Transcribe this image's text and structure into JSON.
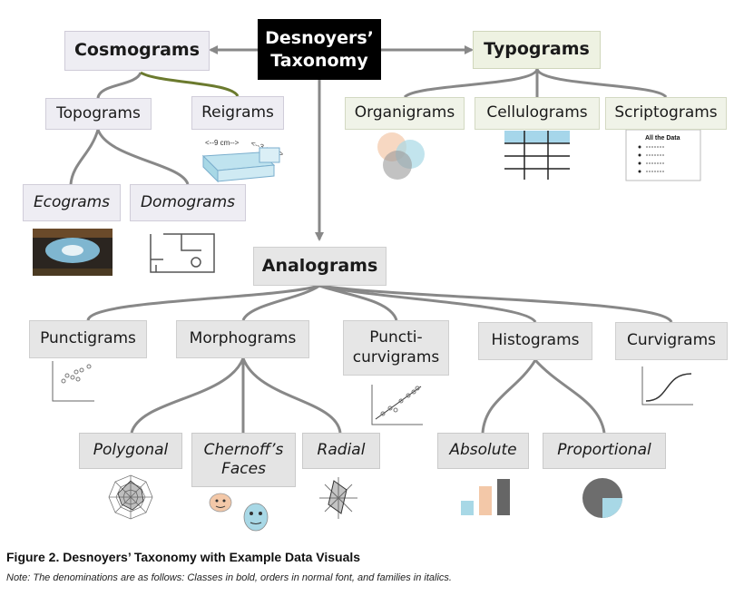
{
  "nodes": {
    "root": "Desnoyers’\nTaxonomy",
    "cosmograms": "Cosmograms",
    "typograms": "Typograms",
    "topograms": "Topograms",
    "reigrams": "Reigrams",
    "ecograms": "Ecograms",
    "domograms": "Domograms",
    "organigrams": "Organigrams",
    "cellulograms": "Cellulograms",
    "scriptograms": "Scriptograms",
    "analograms": "Analograms",
    "punctigrams": "Punctigrams",
    "morphograms": "Morphograms",
    "puncticurvigrams": "Puncti-\ncurvigrams",
    "histograms": "Histograms",
    "curvigrams": "Curvigrams",
    "polygonal": "Polygonal",
    "chernoffs_faces": "Chernoff’s\nFaces",
    "radial": "Radial",
    "absolute": "Absolute",
    "proportional": "Proportional"
  },
  "illustrations": {
    "reigram_dim_1": "<--9 cm-->",
    "reigram_dim_2": "<--3 cm-->",
    "scriptogram_title": "All the Data"
  },
  "caption": "Figure 2. Desnoyers’ Taxonomy with Example Data Visuals",
  "note": "Note: The denominations are as follows: Classes in bold, orders in normal font, and families in italics.",
  "colors": {
    "connector": "#8c8c8c",
    "cosmogram_link": "#6b7a2e",
    "root_fill": "#000000",
    "cosmogram_fill": "#eeedf3",
    "typogram_fill": "#eef2e2",
    "analogram_fill": "#e6e6e6",
    "venn_orange": "#f3c8a8",
    "venn_blue": "#a8d8e6",
    "venn_gray": "#9a9a9a",
    "table_blue": "#a6d6ea",
    "bar_blue": "#a8d8e6",
    "bar_orange": "#f3c8a8",
    "bar_gray": "#666666",
    "pie_gray": "#6d6d6d",
    "pie_blue": "#a8d8e6"
  }
}
